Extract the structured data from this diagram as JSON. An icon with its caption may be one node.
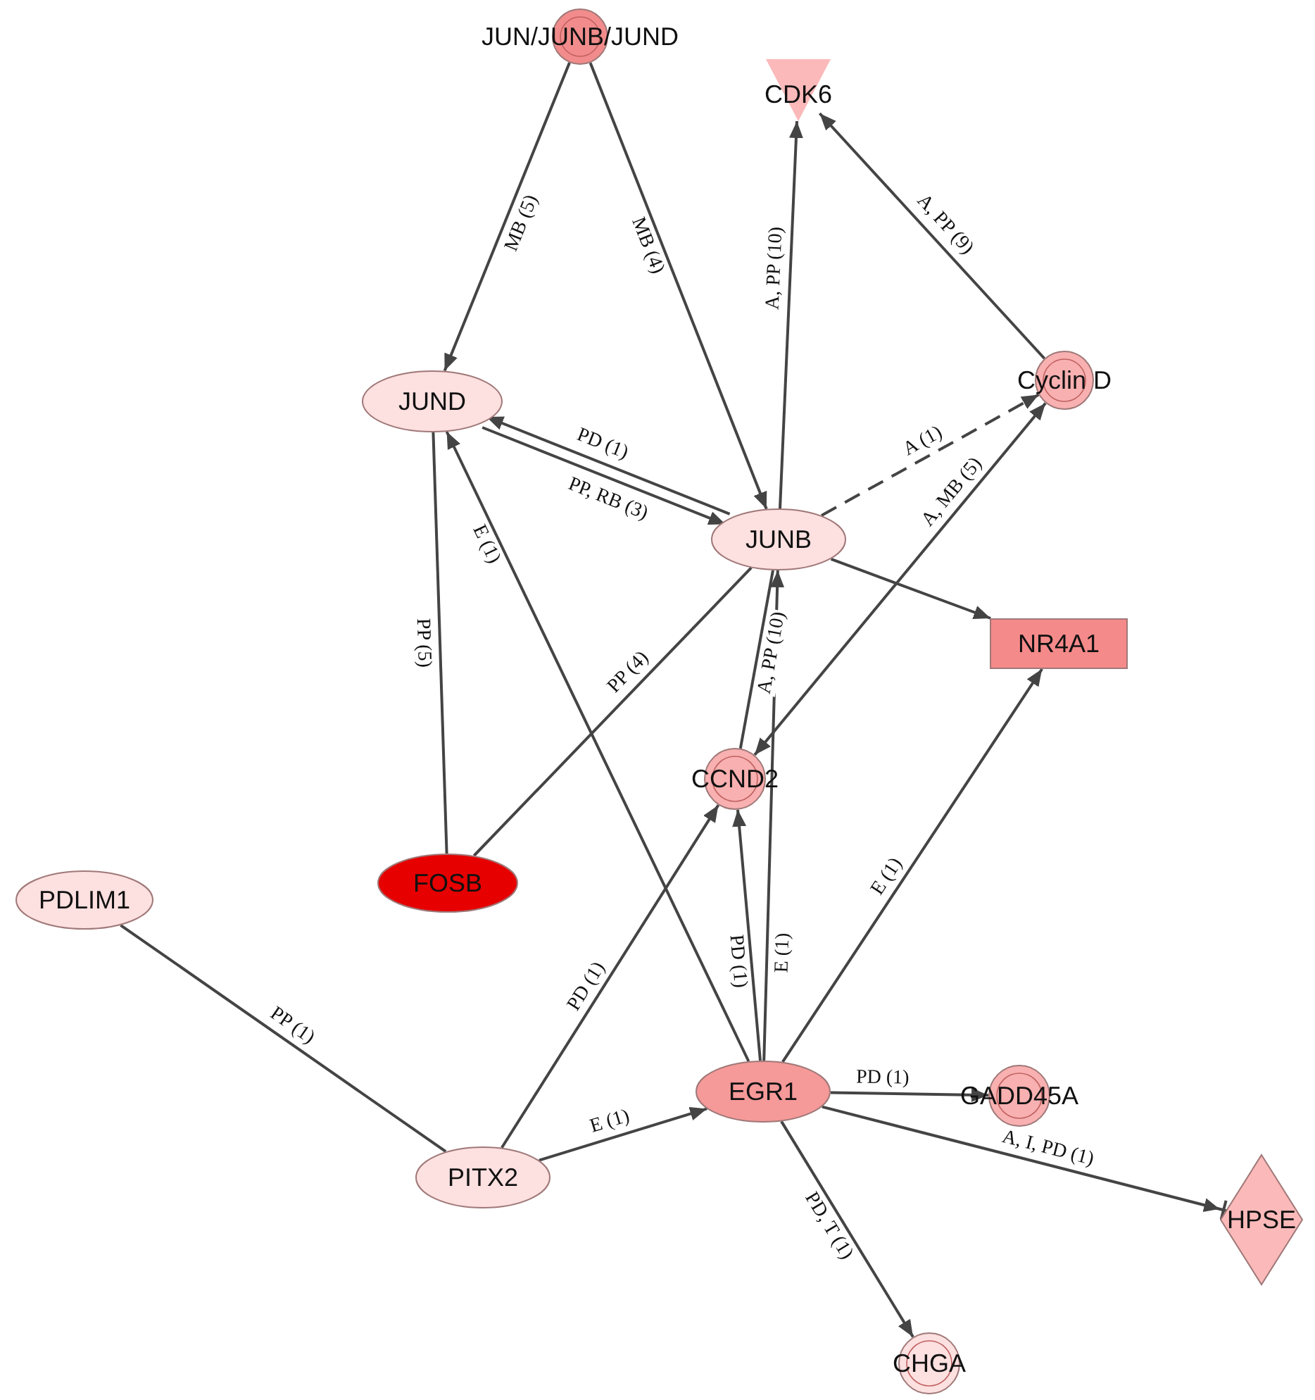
{
  "diagram": {
    "nodes": [
      {
        "text": [
          "JUN/JUNB/JUND"
        ]
      },
      {
        "text": [
          "CDK6"
        ]
      },
      {
        "text": [
          "JUND"
        ]
      },
      {
        "text": [
          "Cyclin D"
        ]
      },
      {
        "text": [
          "JUNB"
        ]
      },
      {
        "text": [
          "NR4A1"
        ]
      },
      {
        "text": [
          "CCND2"
        ]
      },
      {
        "text": [
          "FOSB"
        ]
      },
      {
        "text": [
          "PDLIM1"
        ]
      },
      {
        "text": [
          "EGR1"
        ]
      },
      {
        "text": [
          "GADD45A"
        ]
      },
      {
        "text": [
          "PITX2"
        ]
      },
      {
        "text": [
          "HPSE"
        ]
      },
      {
        "text": [
          "CHGA"
        ]
      }
    ],
    "edges": [
      {
        "from": 0,
        "to": 2,
        "arrow": "to",
        "label": "MB (5)"
      },
      {
        "from": 0,
        "to": 4,
        "arrow": "to",
        "label": "MB (4)"
      },
      {
        "from": 4,
        "to": 1,
        "arrow": "to",
        "label": "A, PP (10)"
      },
      {
        "from": 3,
        "to": 1,
        "arrow": "to",
        "label": "A, PP (9)"
      },
      {
        "from": 4,
        "to": 2,
        "arrow": "to",
        "label": "PD (1)"
      },
      {
        "from": 2,
        "to": 4,
        "arrow": "to",
        "label": "PP, RB (3)"
      },
      {
        "from": 4,
        "to": 3,
        "arrow": "to",
        "label": "A (1)",
        "style": "dashed"
      },
      {
        "from": 6,
        "to": 3,
        "arrow": "both",
        "label": "A, MB (5)"
      },
      {
        "from": 4,
        "to": 5,
        "arrow": "to"
      },
      {
        "from": 7,
        "to": 2,
        "arrow": "none",
        "label": "PP (5)"
      },
      {
        "from": 7,
        "to": 4,
        "arrow": "none",
        "label": "PP (4)"
      },
      {
        "from": 4,
        "to": 6,
        "arrow": "none",
        "label": "A, PP (10)"
      },
      {
        "from": 9,
        "to": 2,
        "arrow": "to",
        "label": "E (1)"
      },
      {
        "from": 9,
        "to": 6,
        "arrow": "to",
        "label": "PD (1)"
      },
      {
        "from": 9,
        "to": 4,
        "arrow": "to",
        "label": "E (1)"
      },
      {
        "from": 9,
        "to": 5,
        "arrow": "to",
        "label": "E (1)"
      },
      {
        "from": 11,
        "to": 6,
        "arrow": "to",
        "label": "PD (1)"
      },
      {
        "from": 8,
        "to": 11,
        "arrow": "none",
        "label": "PP (1)"
      },
      {
        "from": 11,
        "to": 9,
        "arrow": "to",
        "label": "E (1)"
      },
      {
        "from": 9,
        "to": 10,
        "arrow": "to",
        "label": "PD (1)"
      },
      {
        "from": 9,
        "to": 12,
        "arrow": "to",
        "label": "A, I, PD (1)"
      },
      {
        "from": 9,
        "to": 13,
        "arrow": "to",
        "label": "PD, T (1)"
      }
    ]
  }
}
